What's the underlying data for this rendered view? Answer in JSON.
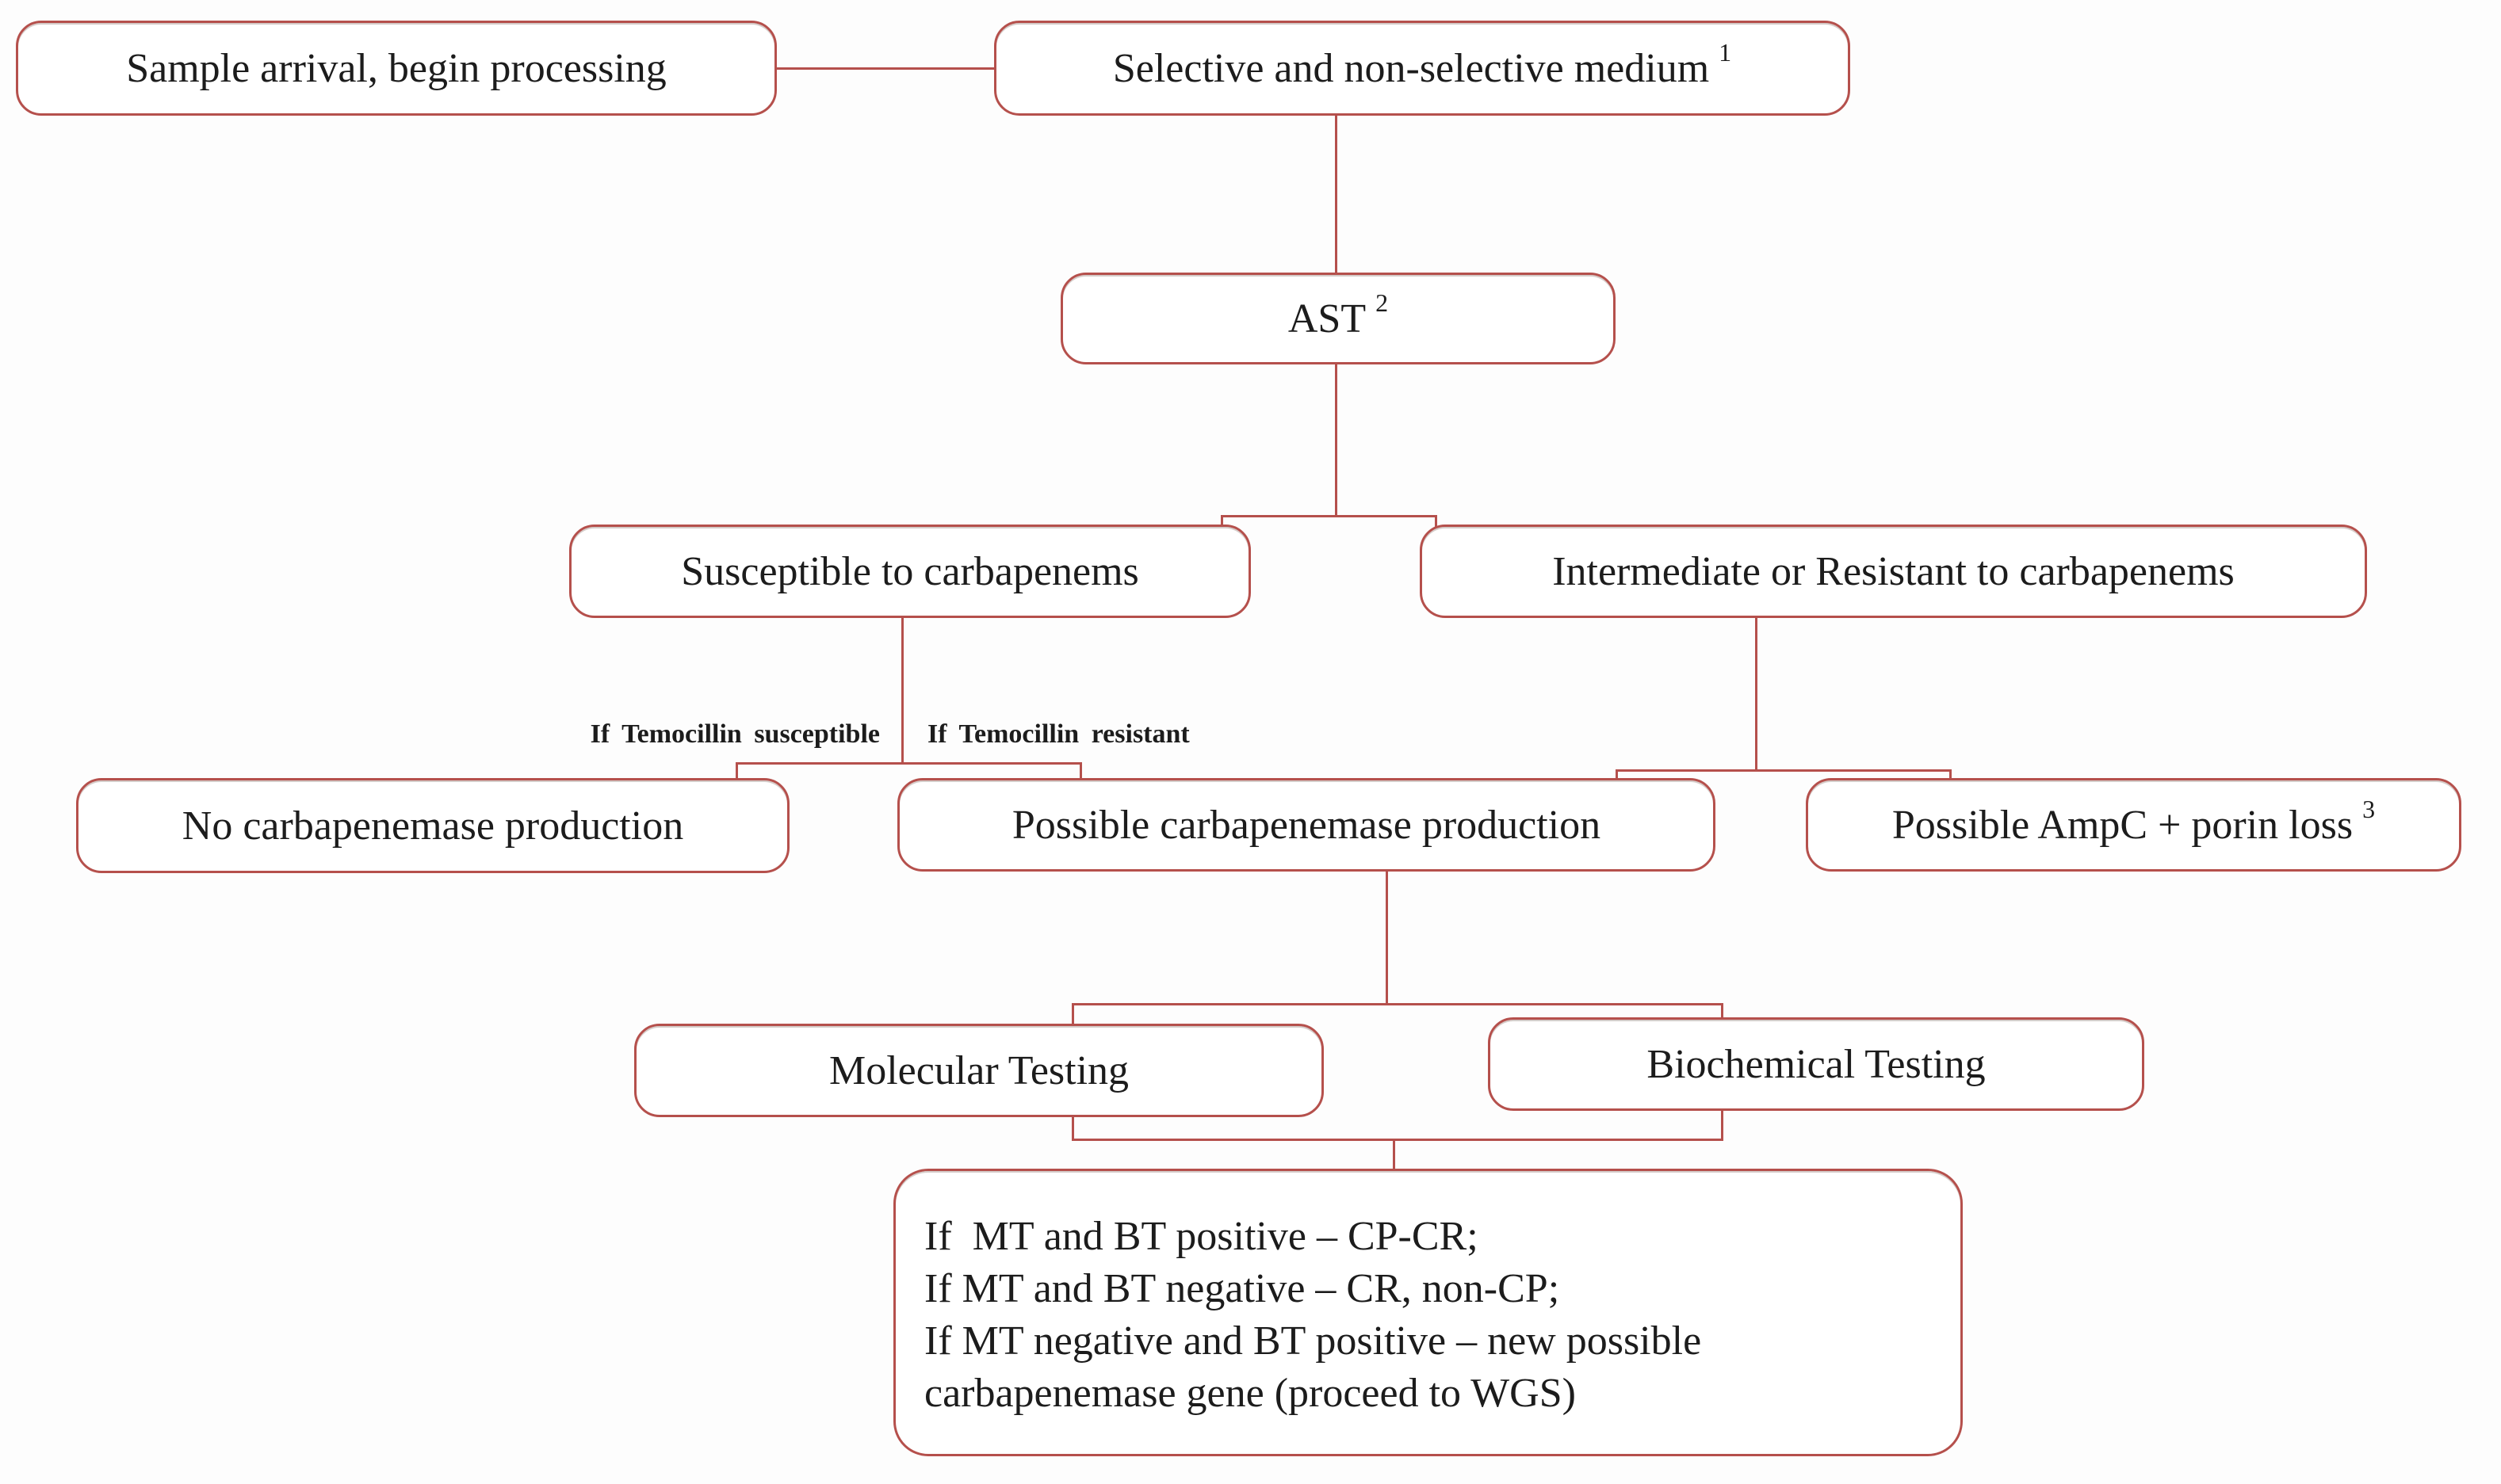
{
  "diagram": {
    "colors": {
      "line": "#b5504c",
      "text": "#1c1c1c",
      "box_bg": "#ffffff",
      "page_bg": "#fdfdfd"
    },
    "nodes": {
      "sample": {
        "label": "Sample arrival, begin processing"
      },
      "medium": {
        "label": "Selective and non-selective medium",
        "sup": "1"
      },
      "ast": {
        "label": "AST",
        "sup": "2"
      },
      "susceptible": {
        "label": "Susceptible to carbapenems"
      },
      "intermediate": {
        "label": "Intermediate or Resistant to carbapenems"
      },
      "no_carbapenemase": {
        "label": "No carbapenemase production"
      },
      "possible_carbapenemase": {
        "label": "Possible carbapenemase production"
      },
      "ampc": {
        "label": "Possible AmpC + porin loss",
        "sup": "3"
      },
      "molecular": {
        "label": "Molecular Testing"
      },
      "biochemical": {
        "label": "Biochemical Testing"
      },
      "result": {
        "lines": [
          "If  MT and BT positive – CP-CR;",
          "If MT and BT negative – CR, non-CP;",
          "If MT negative and BT positive – new possible",
          "carbapenemase gene (proceed to WGS)"
        ]
      }
    },
    "edge_labels": {
      "temocillin_susceptible": "If Temocillin susceptible",
      "temocillin_resistant": "If Temocillin resistant"
    }
  }
}
